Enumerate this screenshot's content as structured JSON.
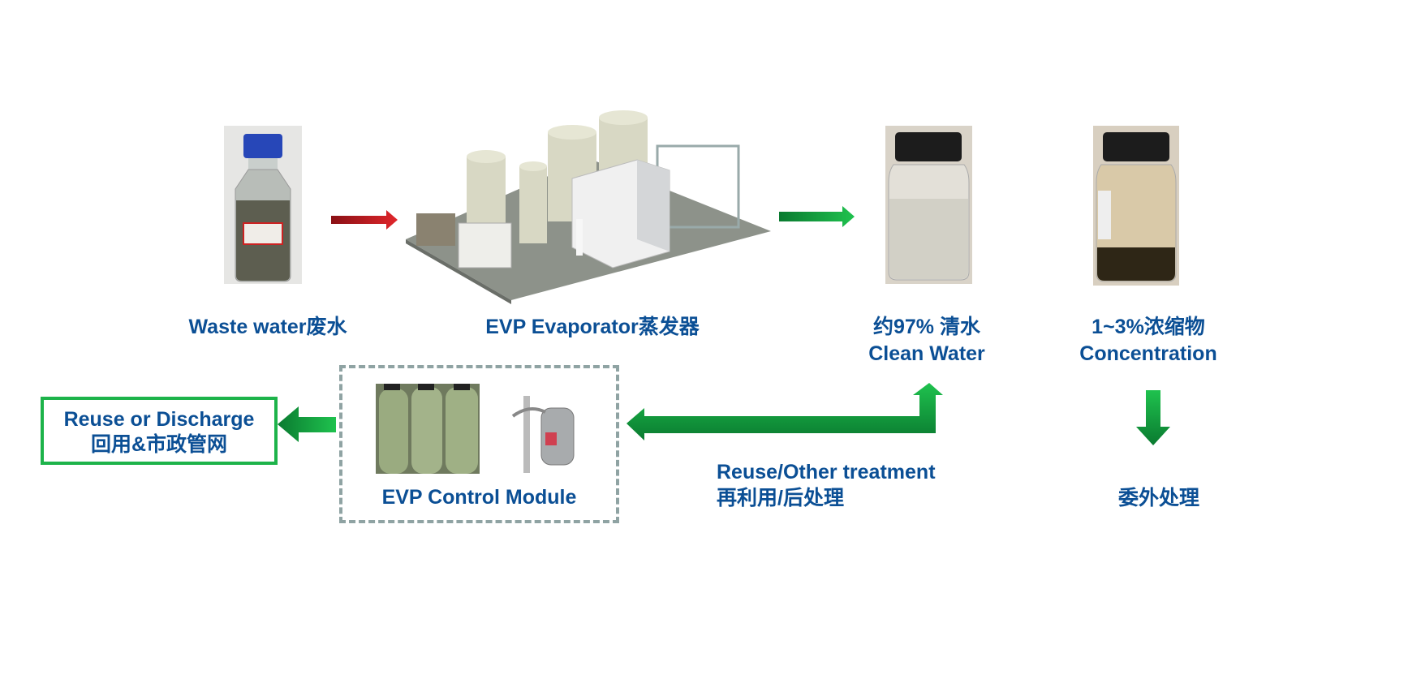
{
  "stages": {
    "waste_water": {
      "label": "Waste water废水",
      "icon": "waste-water-bottle"
    },
    "evaporator": {
      "label": "EVP Evaporator蒸发器",
      "icon": "evaporator-plant"
    },
    "clean_water": {
      "label_line1": "约97% 清水",
      "label_line2": "Clean Water",
      "icon": "clean-water-jar"
    },
    "concentration": {
      "label_line1": "1~3%浓缩物",
      "label_line2": "Concentration",
      "icon": "concentrate-jar"
    },
    "control_module": {
      "label": "EVP Control Module"
    },
    "reuse_discharge": {
      "label_line1": "Reuse or Discharge",
      "label_line2": "回用&市政管网"
    },
    "reuse_other": {
      "label_line1": "Reuse/Other treatment",
      "label_line2": "再利用/后处理"
    },
    "outsource": {
      "label": "委外处理"
    }
  },
  "colors": {
    "text": "#0b4f95",
    "green": "#1db34a",
    "dark_green": "#0a7a30",
    "red": "#c0171d",
    "dashed_border": "#8fa3a3"
  }
}
